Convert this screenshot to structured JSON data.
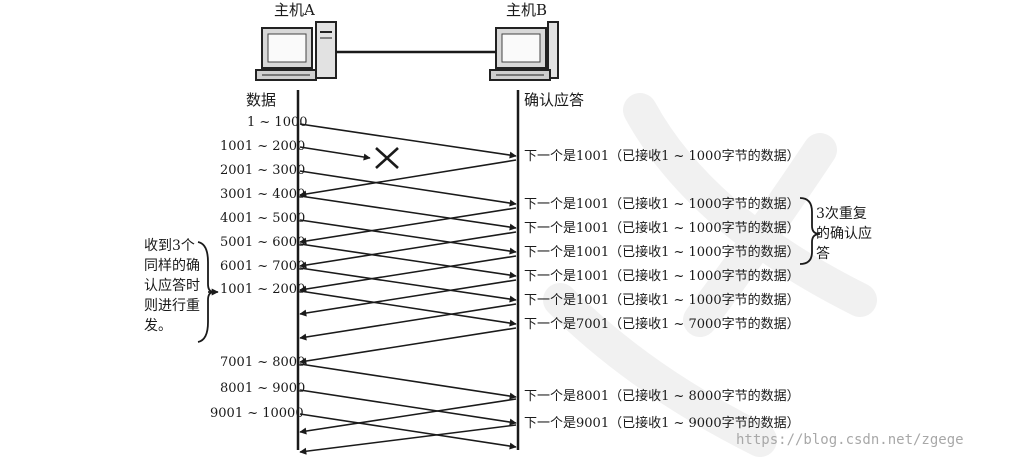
{
  "hosts": {
    "a": "主机A",
    "b": "主机B"
  },
  "columns": {
    "left": "数据",
    "right": "确认应答"
  },
  "segments": [
    "1 ~ 1000",
    "1001 ~ 2000",
    "2001 ~ 3000",
    "3001 ~ 4000",
    "4001 ~ 5000",
    "5001 ~ 6000",
    "6001 ~ 7000",
    "1001 ~ 2000",
    "7001 ~ 8000",
    "8001 ~ 9000",
    "9001 ~ 10000"
  ],
  "acks": [
    "下一个是1001（已接收1 ~ 1000字节的数据）",
    "下一个是1001（已接收1 ~ 1000字节的数据）",
    "下一个是1001（已接收1 ~ 1000字节的数据）",
    "下一个是1001（已接收1 ~ 1000字节的数据）",
    "下一个是1001（已接收1 ~ 1000字节的数据）",
    "下一个是1001（已接收1 ~ 1000字节的数据）",
    "下一个是7001（已接收1 ~ 7000字节的数据）",
    "下一个是8001（已接收1 ~ 8000字节的数据）",
    "下一个是9001（已接收1 ~ 9000字节的数据）"
  ],
  "notes": {
    "triple_ack": "3次重复的确认应答",
    "retransmit": "收到3个同样的确认应答时则进行重发。"
  },
  "watermark": "https://blog.csdn.net/zgege",
  "colors": {
    "ink": "#1a1a1a",
    "watermark": "#a8a8a8"
  }
}
